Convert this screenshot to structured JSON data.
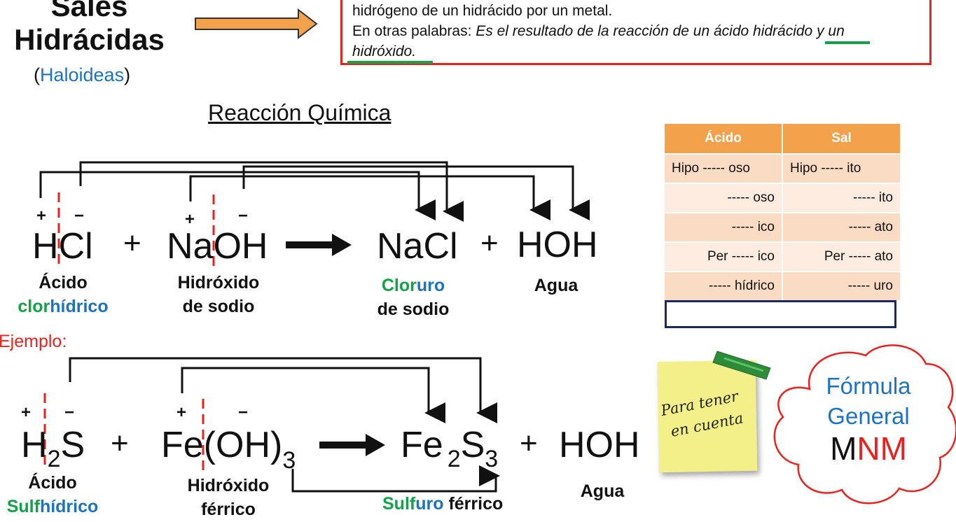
{
  "header": {
    "title_line1": "Sales",
    "title_line2": "Hidrácidas",
    "subtitle_open": "(",
    "subtitle_word": "Haloideas",
    "subtitle_close": ")"
  },
  "definition": {
    "line1": "hidrógeno de un hidrácido por un metal.",
    "line2_plain": "En otras palabras: ",
    "line2_italic": "Es el resultado de la reacción de un ácido hidrácido y un",
    "line3_italic": "hidróxido."
  },
  "reaction_title": "Reacción Química",
  "example_label": "Ejemplo:",
  "reaction1": {
    "acid_formula": "HCl",
    "plus1": "+",
    "base_formula": "NaOH",
    "salt_formula": "NaCl",
    "plus2": "+",
    "water_formula": "HOH",
    "acid_name_1": "Ácido",
    "acid_name_2a": "clor",
    "acid_name_2b": "hídrico",
    "base_name_1": "Hidróxido",
    "base_name_2": "de sodio",
    "salt_name_1a": "Clor",
    "salt_name_1b": "uro",
    "salt_name_2": "de sodio",
    "water_name": "Agua"
  },
  "reaction2": {
    "acid_H": "H",
    "acid_sub": "2",
    "acid_S": "S",
    "plus1": "+",
    "base_main": "Fe(OH)",
    "base_sub": "3",
    "salt_Fe": "Fe",
    "salt_sub1": "2",
    "salt_S": "S",
    "salt_sub2": "3",
    "plus2": "+",
    "water_formula": "HOH",
    "acid_name_1": "Ácido",
    "acid_name_2a": "Sulf",
    "acid_name_2b": "hídrico",
    "base_name_1": "Hidróxido",
    "base_name_2": "férrico",
    "salt_name_a": "Sulf",
    "salt_name_b": "uro",
    "salt_name_c": "férrico",
    "water_name": "Agua"
  },
  "charges": {
    "plus": "+",
    "minus": "−"
  },
  "suffix_table": {
    "headers": [
      "Ácido",
      "Sal"
    ],
    "rows": [
      [
        "Hipo ----- oso",
        "Hipo ----- ito"
      ],
      [
        "----- oso",
        "----- ito"
      ],
      [
        "----- ico",
        "----- ato"
      ],
      [
        "Per ----- ico",
        "Per ----- ato"
      ],
      [
        "----- hídrico",
        "----- uro"
      ]
    ]
  },
  "sticky_note": {
    "line1": "Para tener",
    "line2": "en cuenta"
  },
  "cloud": {
    "line1": "Fórmula",
    "line2": "General",
    "mnm_m": "M",
    "mnm_nm": "NM"
  },
  "colors": {
    "accent_orange": "#f3a14a",
    "box_red": "#e8221f",
    "blue": "#1e73be",
    "green": "#13a14a",
    "navy": "#1b2a5c"
  }
}
